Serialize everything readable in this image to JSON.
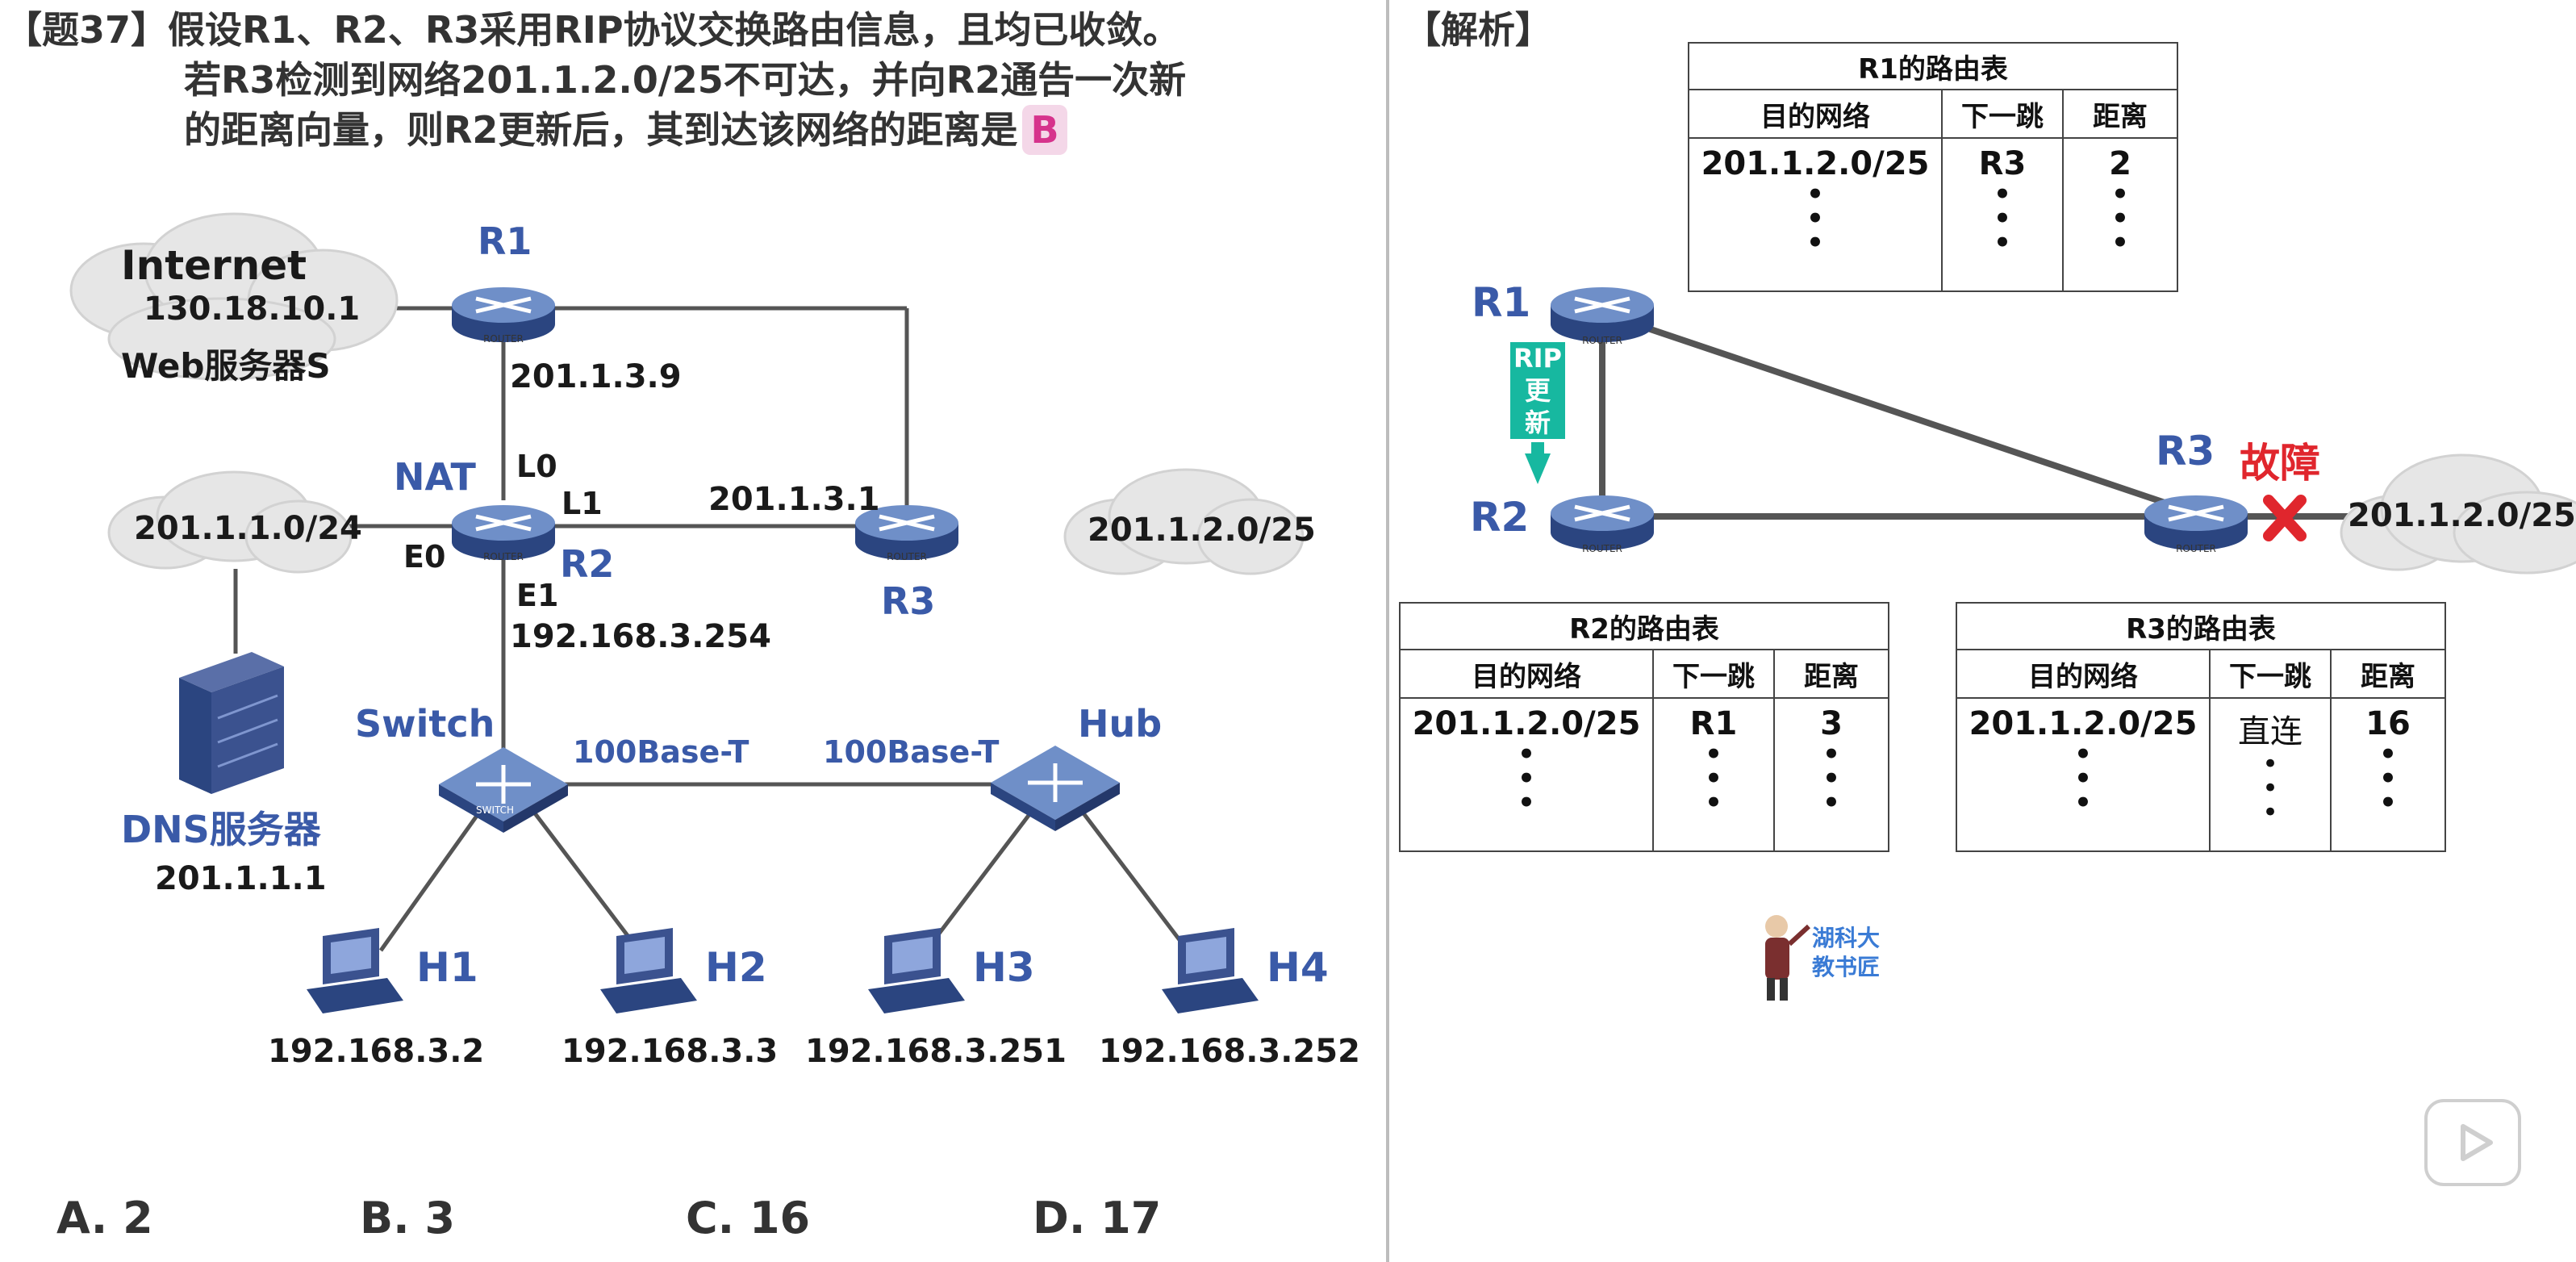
{
  "question": {
    "tag": "【题37】",
    "line1": "假设R1、R2、R3采用RIP协议交换路由信息，且均已收敛。",
    "line2": "若R3检测到网络201.1.2.0/25不可达，并向R2通告一次新",
    "line3": "的距离向量，则R2更新后，其到达该网络的距离是",
    "answer": "B"
  },
  "topology": {
    "internet_title": "Internet",
    "internet_ip": "130.18.10.1",
    "web_server": "Web服务器S",
    "r1": "R1",
    "r1_ip": "201.1.3.9",
    "nat": "NAT",
    "l0": "L0",
    "l1": "L1",
    "e0": "E0",
    "e1": "E1",
    "r2": "R2",
    "r2_l1_ip": "201.1.3.1",
    "r2_e1_ip": "192.168.3.254",
    "net_left": "201.1.1.0/24",
    "net_right": "201.1.2.0/25",
    "r3": "R3",
    "dns": "DNS服务器",
    "dns_ip": "201.1.1.1",
    "switch": "Switch",
    "hub": "Hub",
    "link1": "100Base-T",
    "link2": "100Base-T",
    "router_tag": "ROUTER",
    "switch_tag": "SWITCH",
    "hosts": [
      {
        "name": "H1",
        "ip": "192.168.3.2"
      },
      {
        "name": "H2",
        "ip": "192.168.3.3"
      },
      {
        "name": "H3",
        "ip": "192.168.3.251"
      },
      {
        "name": "H4",
        "ip": "192.168.3.252"
      }
    ]
  },
  "options": [
    "A. 2",
    "B. 3",
    "C. 16",
    "D. 17"
  ],
  "analysis": {
    "title": "【解析】",
    "r1": "R1",
    "r2": "R2",
    "r3": "R3",
    "rip_label": [
      "RIP",
      "更",
      "新"
    ],
    "fault": "故障",
    "net": "201.1.2.0/25",
    "col_dest": "目的网络",
    "col_next": "下一跳",
    "col_dist": "距离",
    "r1_table": {
      "title": "R1的路由表",
      "dest": "201.1.2.0/25",
      "next": "R3",
      "dist": "2"
    },
    "r2_table": {
      "title": "R2的路由表",
      "dest": "201.1.2.0/25",
      "next": "R1",
      "dist": "3"
    },
    "r3_table": {
      "title": "R3的路由表",
      "dest": "201.1.2.0/25",
      "next": "直连",
      "dist": "16"
    },
    "logo_text": [
      "湖科大",
      "教书匠"
    ]
  },
  "colors": {
    "teal": "#1fb6a6",
    "red": "#e0262d",
    "label_blue": "#3a5aa8"
  }
}
